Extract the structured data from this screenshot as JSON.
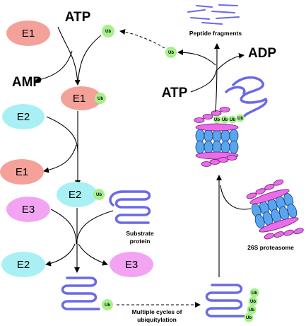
{
  "labels": {
    "atp_top": "ATP",
    "amp": "AMP",
    "atp_right": "ATP",
    "adp": "ADP",
    "peptide_fragments": "Peptide fragments",
    "substrate_protein_line1": "Substrate",
    "substrate_protein_line2": "protein",
    "proteasome": "26S proteasome",
    "multiple_cycles_line1": "Multiple cycles of",
    "multiple_cycles_line2": "ubiquitylation"
  },
  "enzymes": {
    "e1_top": "E1",
    "e1_ub": "E1",
    "e2_left": "E2",
    "e1_released": "E1",
    "e2_ub": "E2",
    "e3_left": "E3",
    "e2_released": "E2",
    "e3_released": "E3"
  },
  "ub": "Ub",
  "colors": {
    "e1": "#f4a19a",
    "e2": "#a8f0f4",
    "e3": "#f2a4f2",
    "ub": "#a6f08a",
    "protein_stroke": "#6a6ae6",
    "proteasome_core": "#5aa5ef",
    "proteasome_cap": "#ea6cea"
  }
}
